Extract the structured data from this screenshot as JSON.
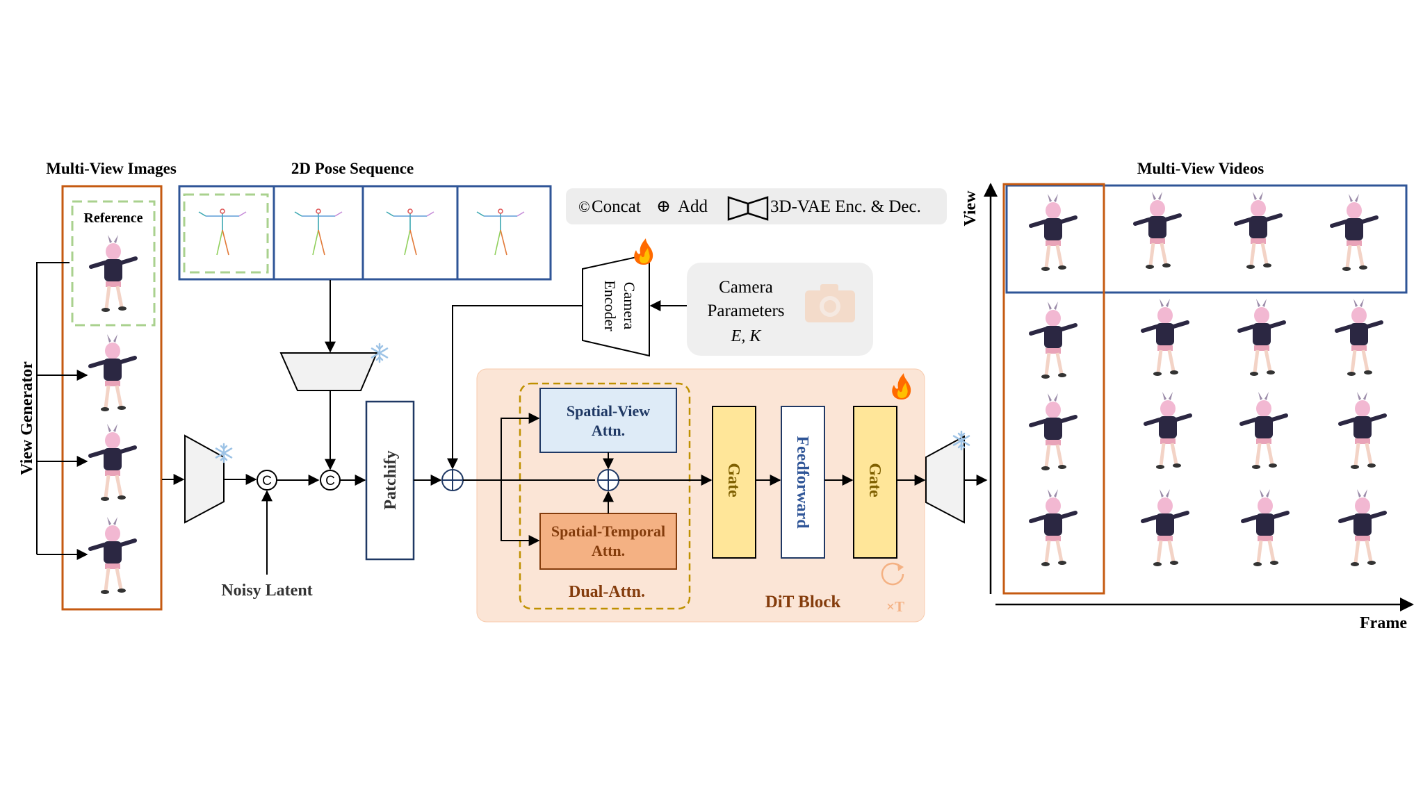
{
  "headings": {
    "multi_view_images": "Multi-View Images",
    "pose_sequence": "2D Pose Sequence",
    "multi_view_videos": "Multi-View  Videos"
  },
  "labels": {
    "reference": "Reference",
    "view_generator": "View Generator",
    "noisy_latent": "Noisy Latent",
    "patchify": "Patchify",
    "camera_encoder_line1": "Camera",
    "camera_encoder_line2": "Encoder",
    "camera_params_line1": "Camera",
    "camera_params_line2": "Parameters",
    "camera_params_line3": "E, K",
    "spatial_view_line1": "Spatial-View",
    "spatial_view_line2": "Attn.",
    "spatial_temporal_line1": "Spatial-Temporal",
    "spatial_temporal_line2": "Attn.",
    "dual_attn": "Dual-Attn.",
    "gate": "Gate",
    "feedforward": "Feedforward",
    "dit_block": "DiT Block",
    "repeat": "×T",
    "axis_view": "View",
    "axis_frame": "Frame"
  },
  "legend": {
    "concat_symbol": "©",
    "concat": "Concat",
    "add_symbol": "⊕",
    "add": "Add",
    "vae": "3D-VAE Enc. & Dec."
  },
  "symbols": {
    "concat_node": "C"
  },
  "colors": {
    "orange_frame": "#c55a11",
    "blue_frame": "#2f5597",
    "green_dash": "#a9d18e",
    "dit_bg": "#fbe5d6",
    "dual_dash": "#bf9000",
    "spatial_view_fill": "#deebf7",
    "spatial_temporal_fill": "#f4b183",
    "gate_fill": "#ffe699",
    "gold_text": "#7f6000",
    "brown_text": "#843c0c",
    "navy_text": "#1f3864",
    "legend_bg": "#ededed",
    "camera_bg": "#efefef",
    "vae_fill": "#f2f2f2",
    "snow": "#9dc3e6",
    "flame": "#ff6a00"
  }
}
